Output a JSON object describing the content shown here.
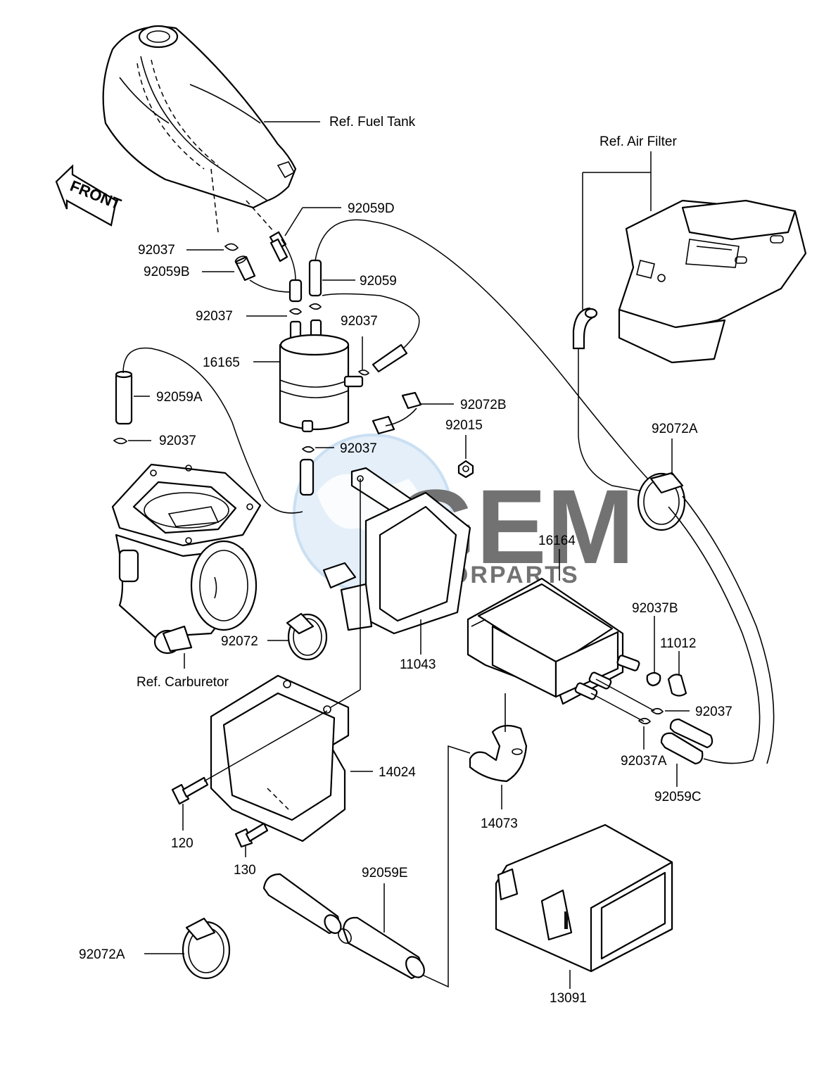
{
  "labels": {
    "ref_fuel_tank": "Ref. Fuel Tank",
    "ref_air_filter": "Ref. Air Filter",
    "ref_carburetor": "Ref. Carburetor",
    "front": "FRONT",
    "p92059D": "92059D",
    "p92037_a": "92037",
    "p92059B": "92059B",
    "p92059": "92059",
    "p92037_b": "92037",
    "p92037_c": "92037",
    "p16165": "16165",
    "p92059A": "92059A",
    "p92072B": "92072B",
    "p92015": "92015",
    "p92037_d": "92037",
    "p92037_e": "92037",
    "p92072A_top": "92072A",
    "p16164": "16164",
    "p92037B": "92037B",
    "p11012": "11012",
    "p92037_f": "92037",
    "p92037A": "92037A",
    "p92059C": "92059C",
    "p11043": "11043",
    "p92072": "92072",
    "p14024": "14024",
    "p14073": "14073",
    "p120": "120",
    "p130": "130",
    "p92059E": "92059E",
    "p92072A_bottom": "92072A",
    "p13091": "13091"
  },
  "watermark": {
    "brand": "GEM",
    "sub": "MOTORPARTS",
    "color": "#9fc6e8"
  }
}
